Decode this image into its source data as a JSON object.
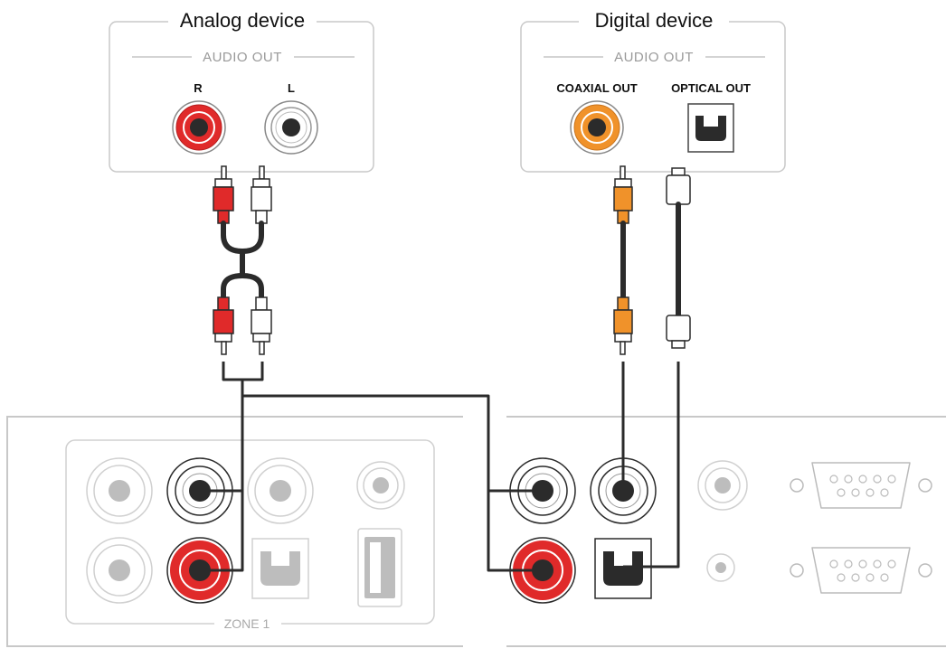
{
  "analog_device": {
    "title": "Analog device",
    "section_label": "AUDIO OUT",
    "port_r_label": "R",
    "port_l_label": "L"
  },
  "digital_device": {
    "title": "Digital device",
    "section_label": "AUDIO OUT",
    "coaxial_label": "COAXIAL OUT",
    "optical_label": "OPTICAL OUT"
  },
  "receiver": {
    "zone_label": "ZONE 1"
  },
  "colors": {
    "rca_red": "#e02a2a",
    "rca_white": "#ffffff",
    "coaxial_orange": "#f0922a",
    "cable": "#2b2b2b",
    "panel_outline": "#c8c8c8",
    "inactive_port": "#bdbdbd"
  },
  "icons": [
    "rca-jack",
    "optical-jack",
    "usb-port",
    "serial-port",
    "rca-plug",
    "optical-plug"
  ]
}
